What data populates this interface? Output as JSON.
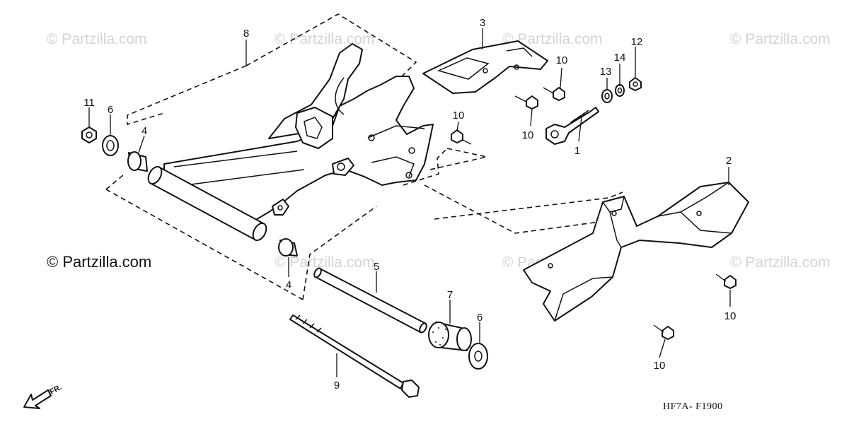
{
  "watermark_text": "© Partzilla.com",
  "copyright_text": "© Partzilla.com",
  "diagram_code": "HF7A- F1900",
  "front_label": "FR.",
  "callouts": {
    "c8": "8",
    "c3": "3",
    "c10a": "10",
    "c12": "12",
    "c14": "14",
    "c13": "13",
    "c11": "11",
    "c6a": "6",
    "c4a": "4",
    "c10b": "10",
    "c10c": "10",
    "c1": "1",
    "c2": "2",
    "c5": "5",
    "c7": "7",
    "c6b": "6",
    "c4b": "4",
    "c9": "9",
    "c10d": "10",
    "c10e": "10"
  }
}
